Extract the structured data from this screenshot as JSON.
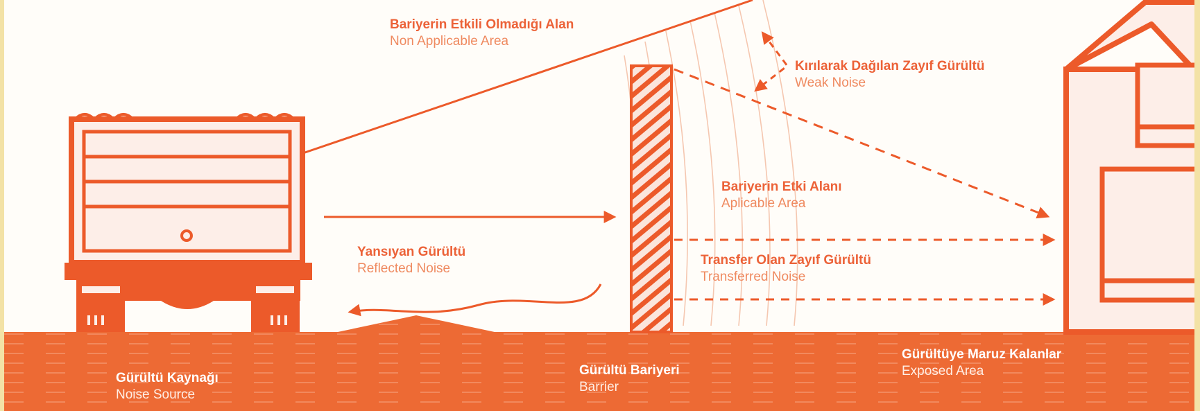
{
  "colors": {
    "accent": "#ec5a2a",
    "ground": "#ed6a34",
    "house_fill": "#fdeee8",
    "wave": "#f5c7b0"
  },
  "icons": [
    "truck-icon",
    "house-icon",
    "noise-barrier-icon"
  ],
  "labels": {
    "non_applicable": {
      "tr": "Bariyerin Etkili Olmadığı Alan",
      "en": "Non Applicable Area"
    },
    "weak_noise": {
      "tr": "Kırılarak Dağılan Zayıf Gürültü",
      "en": "Weak Noise"
    },
    "applicable": {
      "tr": "Bariyerin Etki Alanı",
      "en": "Aplicable Area"
    },
    "reflected": {
      "tr": "Yansıyan Gürültü",
      "en": "Reflected Noise"
    },
    "transferred": {
      "tr": "Transfer Olan Zayıf Gürültü",
      "en": "Transferred Noise"
    },
    "source": {
      "tr": "Gürültü Kaynağı",
      "en": "Noise Source"
    },
    "barrier": {
      "tr": "Gürültü Bariyeri",
      "en": "Barrier"
    },
    "exposed": {
      "tr": "Gürültüye Maruz Kalanlar",
      "en": "Exposed Area"
    }
  }
}
